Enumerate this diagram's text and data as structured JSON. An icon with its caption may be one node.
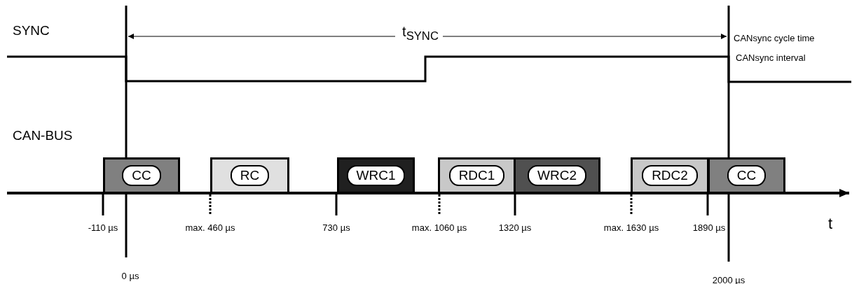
{
  "diagram": {
    "nodes": [
      {
        "text": [
          "CC"
        ]
      },
      {
        "text": [
          "RC"
        ]
      },
      {
        "text": [
          "WRC1"
        ]
      },
      {
        "text": [
          "RDC1"
        ]
      },
      {
        "text": [
          "WRC2"
        ]
      },
      {
        "text": [
          "RDC2"
        ]
      },
      {
        "text": [
          "CC"
        ]
      }
    ],
    "edges": [],
    "labels": [
      "SYNC",
      "t$_{SYNC}$",
      "CANsync cycle time",
      "CANsync interval",
      "CAN-BUS",
      "-110 µs",
      "max. 460 µs",
      "730 µs",
      "max. 1060 µs",
      "1320 µs",
      "max. 1630 µs",
      "1890 µs",
      "t",
      "0 µs",
      "2000 µs"
    ]
  }
}
